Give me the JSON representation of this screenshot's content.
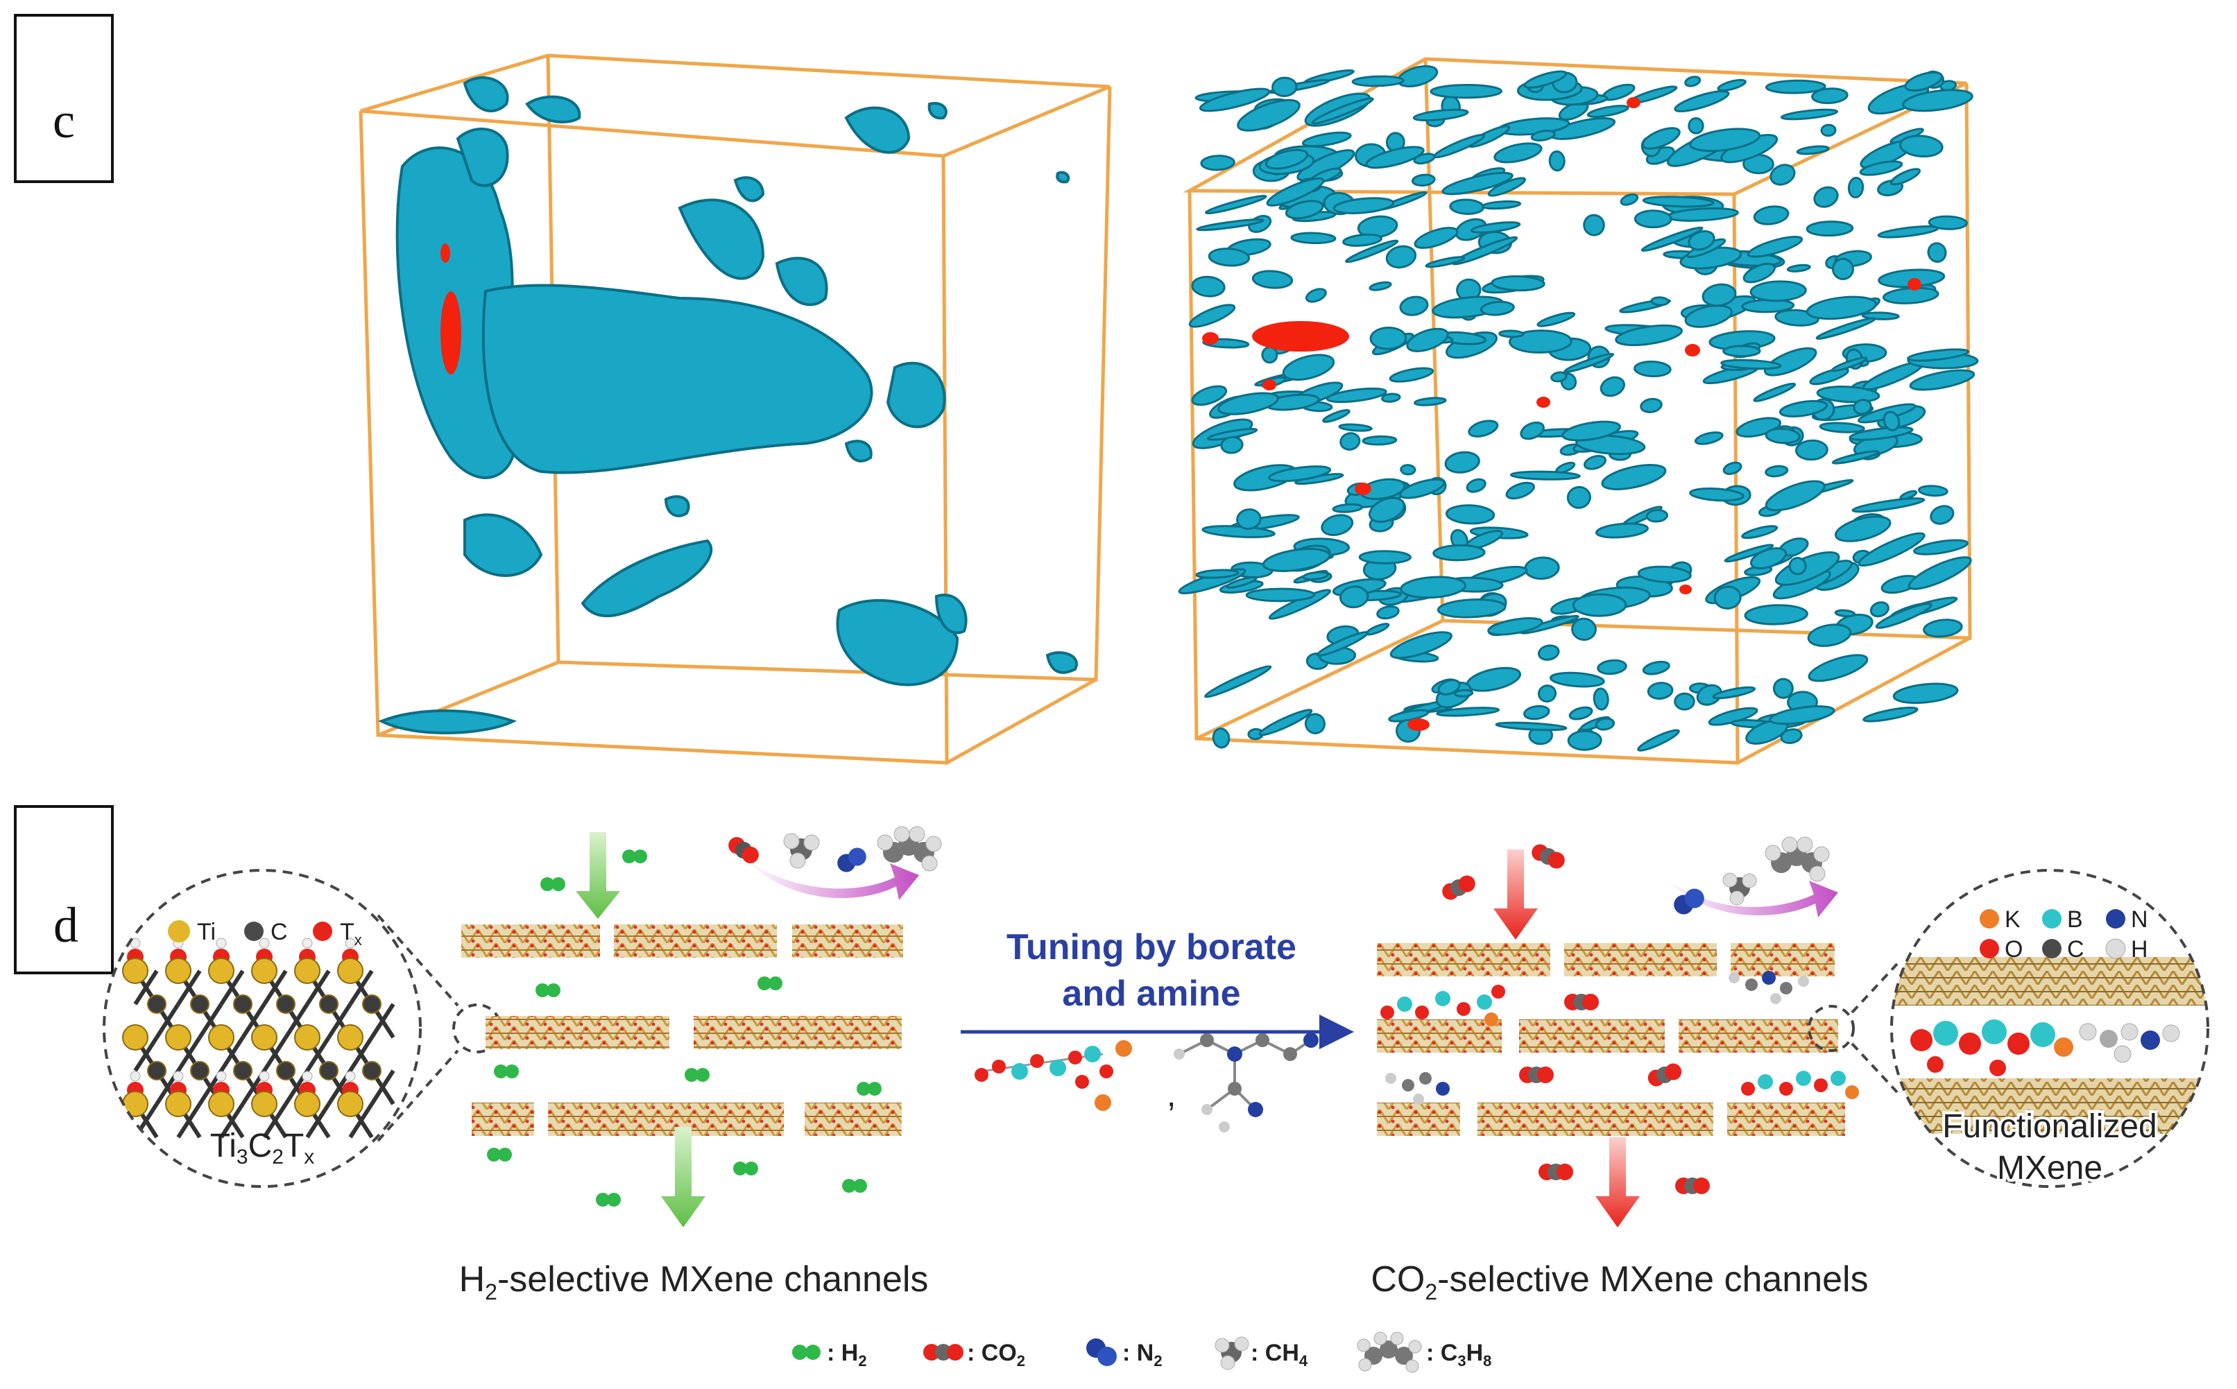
{
  "panel_c": {
    "label": "c"
  },
  "panel_d": {
    "label": "d",
    "tuning_line1": "Tuning by borate",
    "tuning_line2": "and amine",
    "left_caption_prefix": "H",
    "left_caption_sub": "2",
    "left_caption_suffix": "-selective MXene channels",
    "right_caption_prefix": "CO",
    "right_caption_sub": "2",
    "right_caption_suffix": "-selective MXene channels",
    "left_inset": {
      "atoms": [
        "Ti",
        "C",
        "T"
      ],
      "atom_sub": "x",
      "formula_parts": [
        "Ti",
        "3",
        "C",
        "2",
        "T",
        "x"
      ]
    },
    "right_inset": {
      "atoms_row1": [
        "K",
        "B",
        "N"
      ],
      "atoms_row2": [
        "O",
        "C",
        "H"
      ],
      "title_line1": "Functionalized",
      "title_line2": "MXene"
    },
    "legend": [
      {
        "prefix": ": H",
        "sub": "2"
      },
      {
        "prefix": ": CO",
        "sub": "2"
      },
      {
        "prefix": ": N",
        "sub": "2"
      },
      {
        "prefix": ": CH",
        "sub": "4"
      },
      {
        "prefix": ": C",
        "sub": "3",
        "suffix": "H",
        "sub2": "8"
      }
    ],
    "colors": {
      "Ti": "#e3b62a",
      "C": "#4a4a4a",
      "Tx": "#e8231c",
      "K": "#ee7d28",
      "B": "#2ec4c9",
      "N": "#233fa0",
      "O": "#e8231c",
      "H": "#dcdcdc",
      "H2": "#2fb84a",
      "box": "#f0a64a",
      "pore": "#1aa7c6",
      "tuning_arrow": "#2a3fa2"
    }
  }
}
